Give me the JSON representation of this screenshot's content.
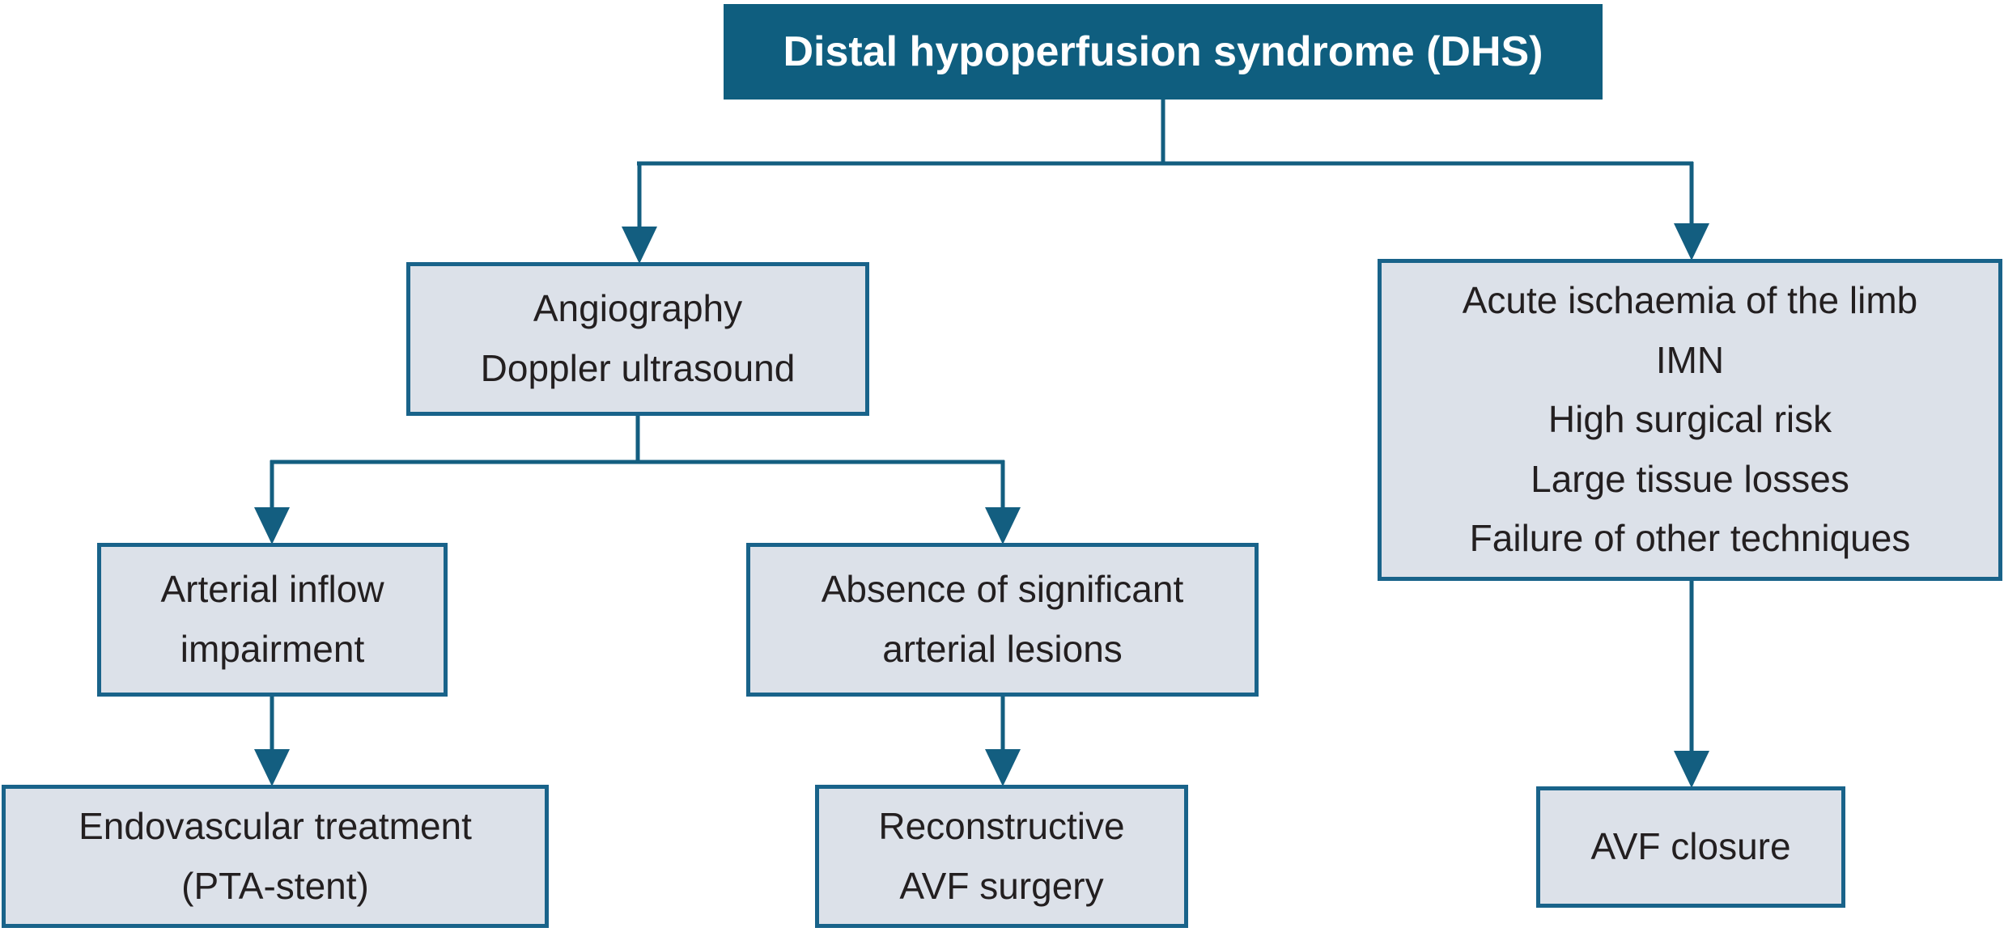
{
  "diagram": {
    "type": "flowchart",
    "title": "Distal hypoperfusion syndrome (DHS)",
    "nodes": {
      "root": {
        "label": "Distal hypoperfusion syndrome (DHS)",
        "role": "title"
      },
      "diagnostics": {
        "label": "Angiography\nDoppler ultrasound"
      },
      "indications": {
        "label": "Acute ischaemia of the limb\nIMN\nHigh surgical risk\nLarge tissue losses\nFailure of other techniques"
      },
      "arterial_inflow": {
        "label": "Arterial inflow\nimpairment"
      },
      "absence_lesions": {
        "label": "Absence of significant\narterial lesions"
      },
      "endovascular": {
        "label": "Endovascular treatment\n(PTA-stent)"
      },
      "reconstructive": {
        "label": "Reconstructive\nAVF surgery"
      },
      "avf_closure": {
        "label": "AVF closure"
      }
    },
    "edges": [
      {
        "from": "root",
        "to": "diagnostics"
      },
      {
        "from": "root",
        "to": "indications"
      },
      {
        "from": "diagnostics",
        "to": "arterial_inflow"
      },
      {
        "from": "diagnostics",
        "to": "absence_lesions"
      },
      {
        "from": "arterial_inflow",
        "to": "endovascular"
      },
      {
        "from": "absence_lesions",
        "to": "reconstructive"
      },
      {
        "from": "indications",
        "to": "avf_closure"
      }
    ],
    "colors": {
      "title_fill": "#0f5e7f",
      "title_text": "#ffffff",
      "node_fill": "#dce1e9",
      "node_border": "#19638a",
      "connector": "#135e80",
      "node_text": "#231f20",
      "background": "#ffffff"
    }
  }
}
